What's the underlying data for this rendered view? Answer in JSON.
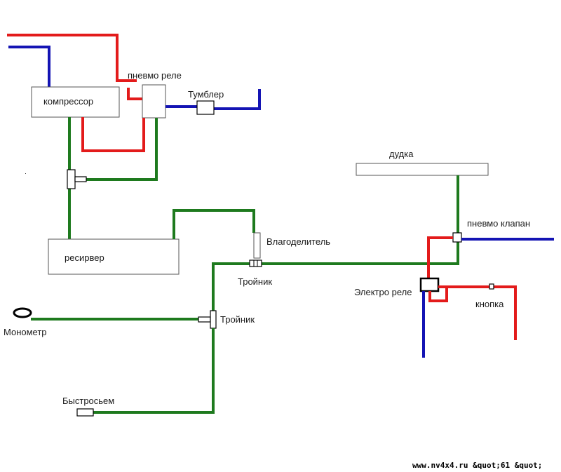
{
  "labels": {
    "compressor": "компрессор",
    "pneumo_relay": "пневмо реле",
    "toggle": "Тумблер",
    "horn": "дудка",
    "pneumo_valve": "пневмо клапан",
    "receiver": "ресирвер",
    "dehumidifier": "Влагоделитель",
    "tee_upper": "Тройник",
    "tee_lower": "Тройник",
    "electro_relay": "Электро реле",
    "button": "кнопка",
    "manometer": "Монометр",
    "quick_release": "Быстросьем"
  },
  "watermark": "www.nv4x4.ru &quot;61 &quot;",
  "colors": {
    "air_line": "#1e7a1e",
    "positive_wire": "#e31b1b",
    "negative_wire": "#1414b4"
  }
}
